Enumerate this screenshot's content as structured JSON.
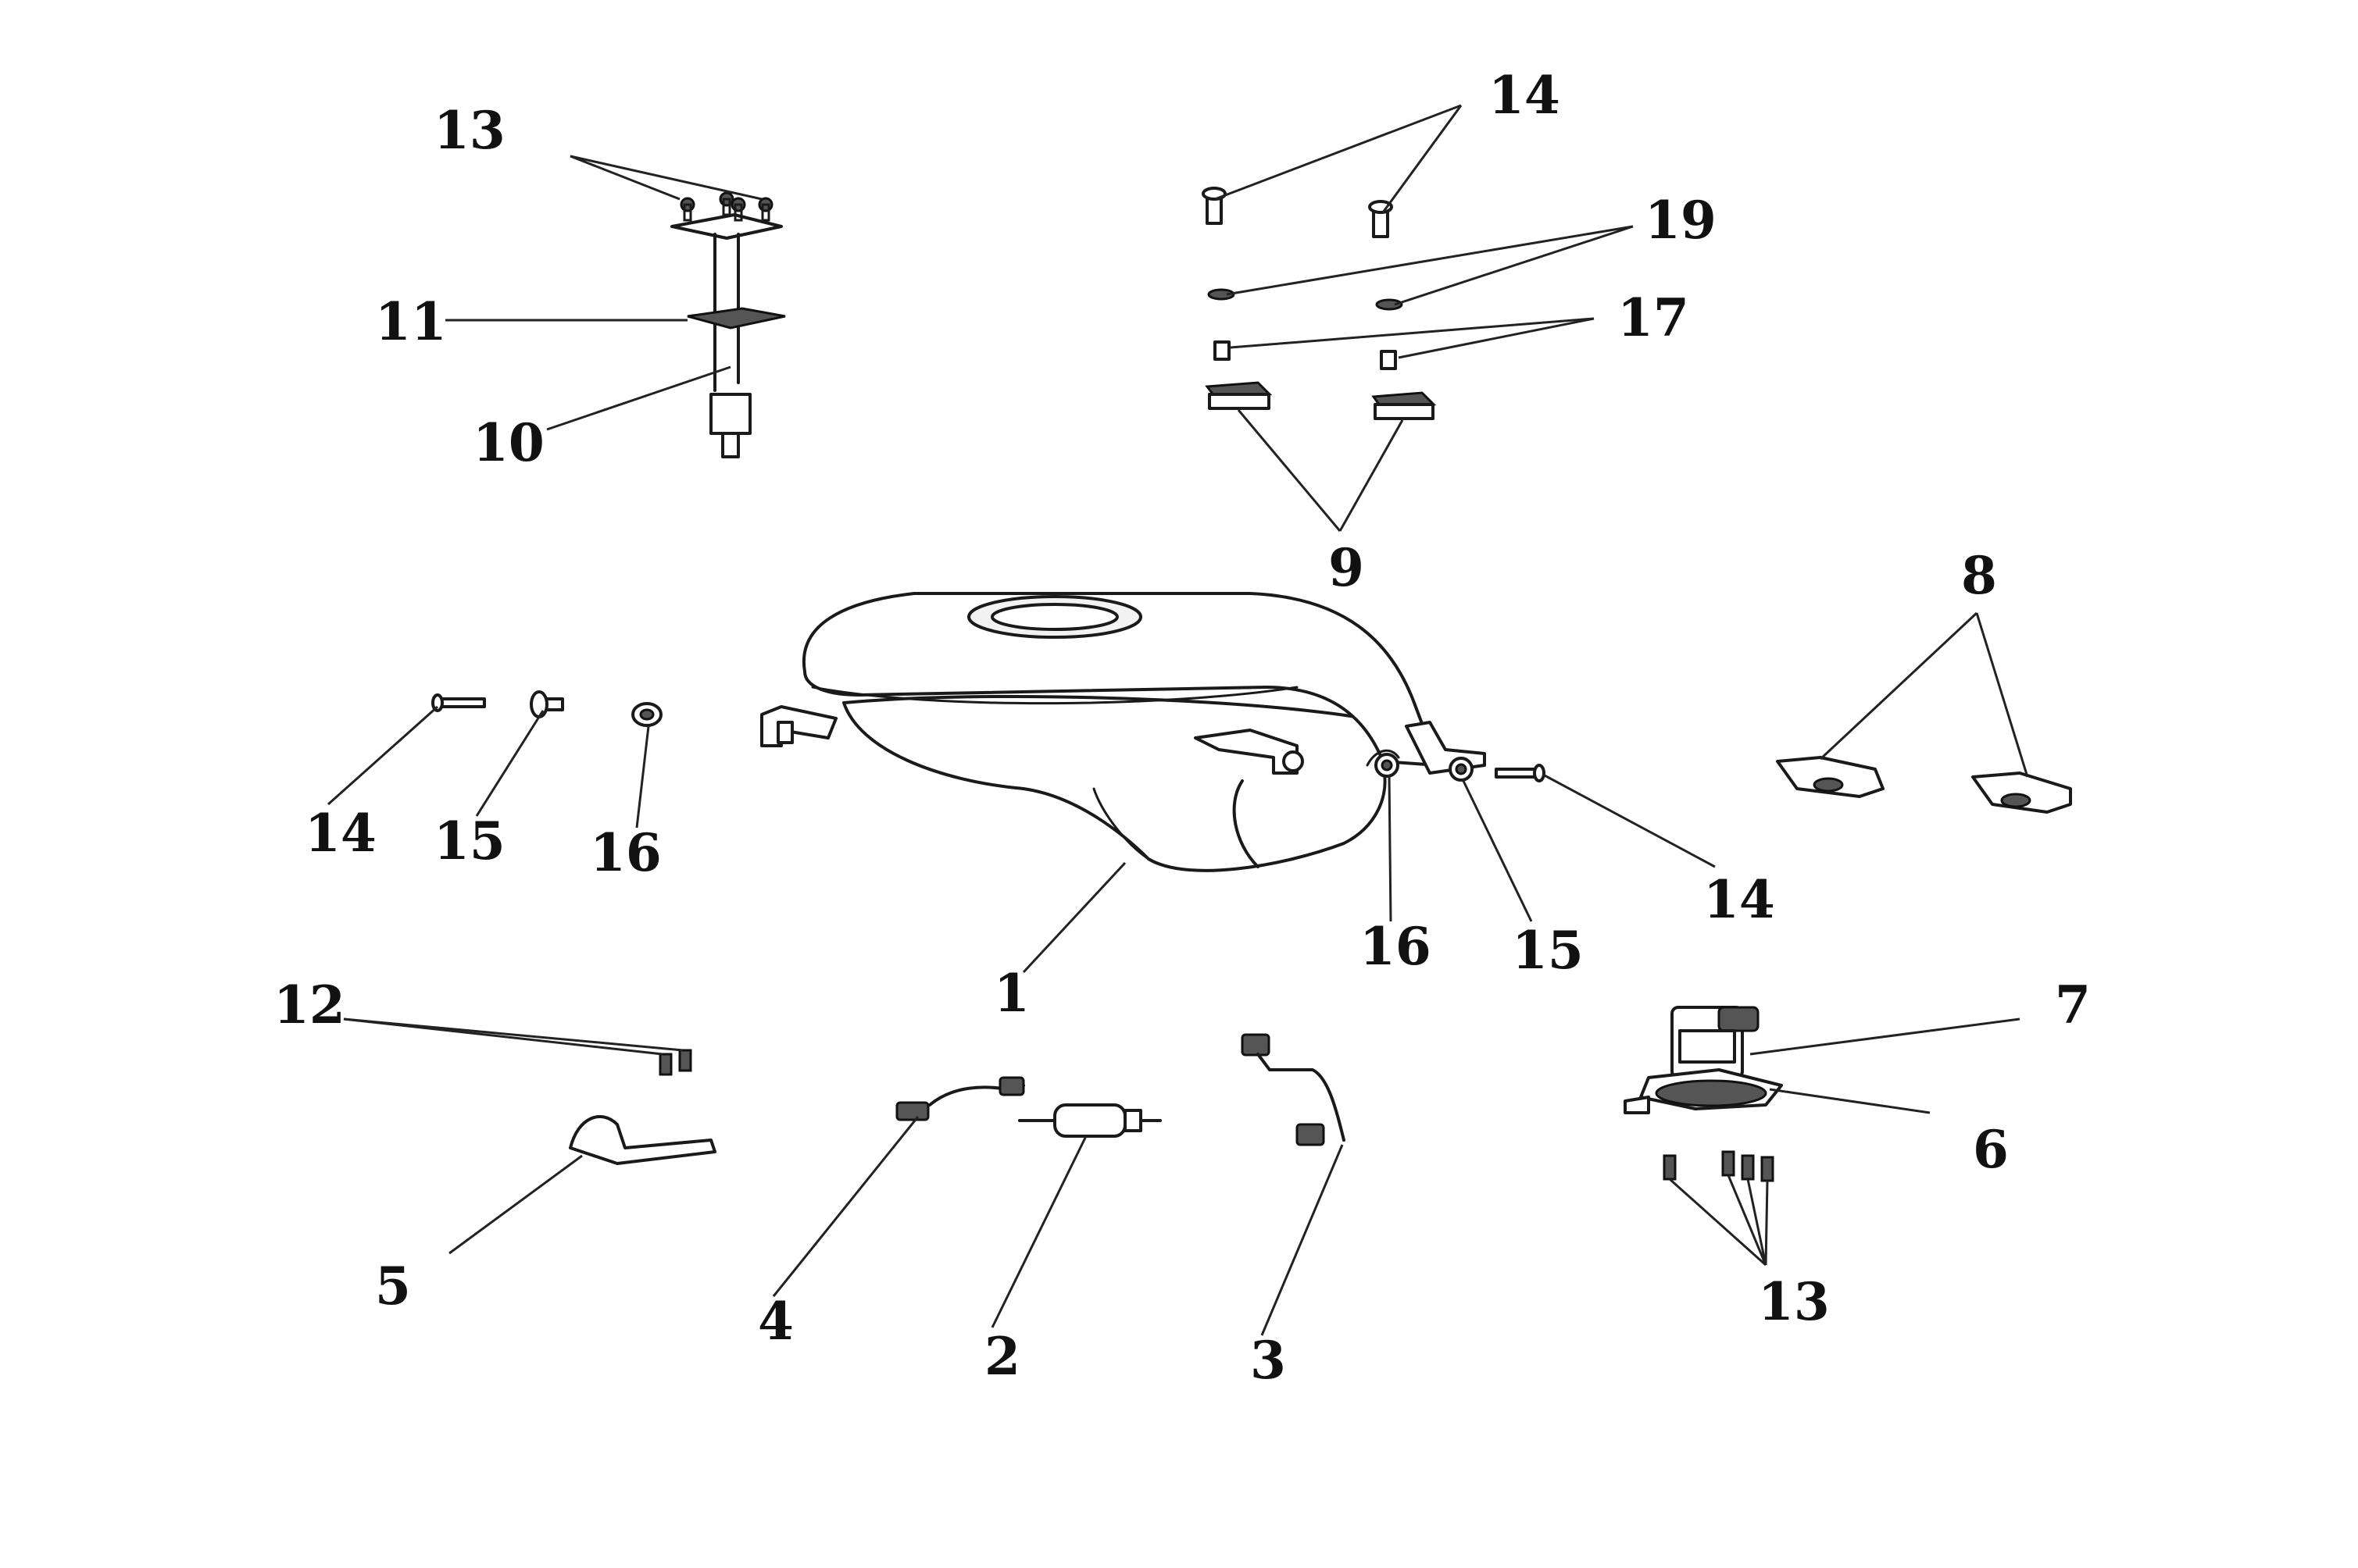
{
  "diagram": {
    "callouts": {
      "c1": "1",
      "c2": "2",
      "c3": "3",
      "c4": "4",
      "c5": "5",
      "c6": "6",
      "c7": "7",
      "c8": "8",
      "c9": "9",
      "c10": "10",
      "c11": "11",
      "c12": "12",
      "c13_top": "13",
      "c13_bottom": "13",
      "c14_top": "14",
      "c14_left": "14",
      "c14_right": "14",
      "c15_left": "15",
      "c15_right": "15",
      "c16_left": "16",
      "c16_right": "16",
      "c17": "17",
      "c19": "19"
    }
  }
}
